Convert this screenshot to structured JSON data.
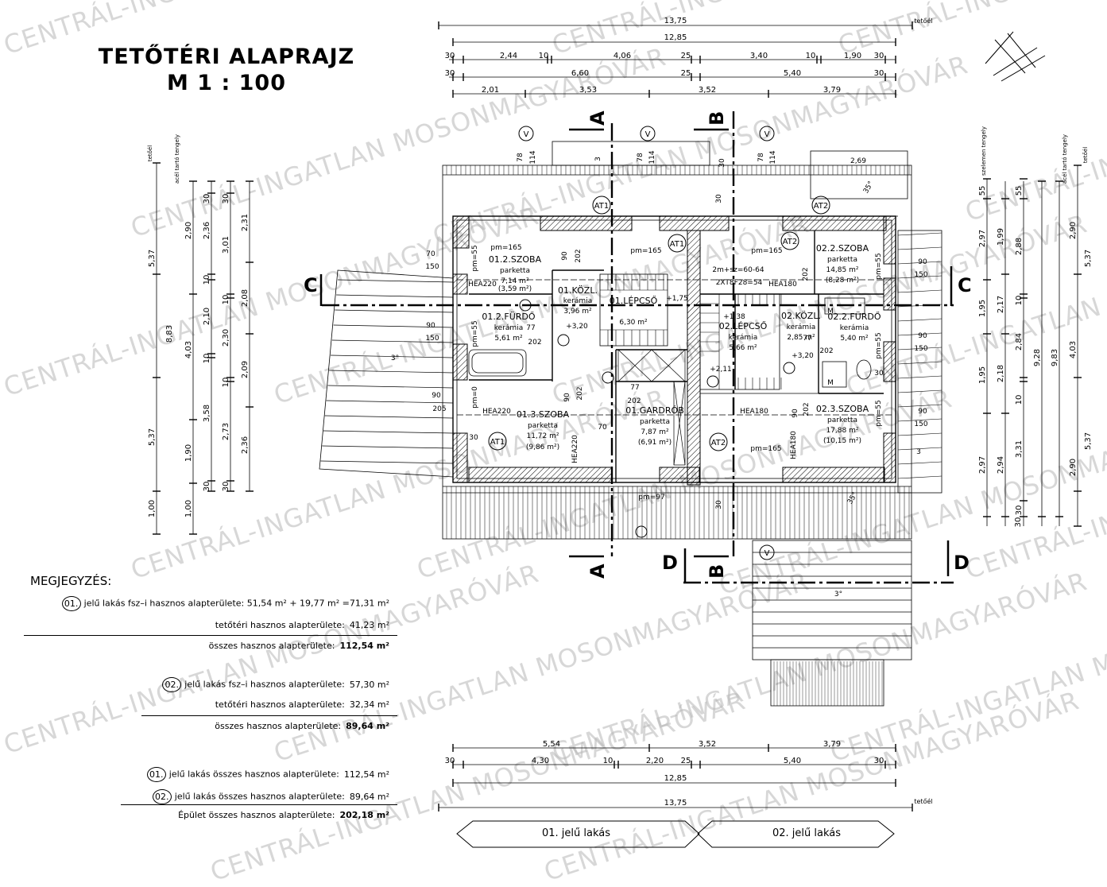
{
  "title": {
    "line1": "TETŐTÉRI ALAPRAJZ",
    "line2": "M 1 : 100"
  },
  "section_marks": [
    "A",
    "B",
    "C",
    "D"
  ],
  "top_dims": {
    "row1": "13,75",
    "row1_tag": "tetőél",
    "row2": "12,85",
    "row3": [
      "30",
      "2,44",
      "10",
      "4,06",
      "25",
      "3,40",
      "10",
      "1,90",
      "30"
    ],
    "row4": [
      "30",
      "6,60",
      "25",
      "5,40",
      "30"
    ],
    "row5": [
      "2,01",
      "3,53",
      "3,52",
      "3,79"
    ]
  },
  "bottom_dims": {
    "row1": [
      "5,54",
      "3,52",
      "3,79"
    ],
    "row2": [
      "30",
      "4,30",
      "10",
      "2,20",
      "25",
      "5,40",
      "30"
    ],
    "row3": "12,85",
    "row4": "13,75",
    "row4_tag": "tetőél"
  },
  "left_dims": {
    "tags": [
      "tetőél",
      "acél tartó tengely"
    ],
    "col1": [
      "5,37",
      "8,83",
      "5,37",
      "1,00"
    ],
    "col2": [
      "2,90",
      "4,03",
      "1,90",
      "1,00"
    ],
    "col3": [
      "30",
      "2,36",
      "10",
      "2,10",
      "10",
      "3,58",
      "30"
    ],
    "col4": [
      "30",
      "3,01",
      "10",
      "2,30",
      "10",
      "2,73",
      "30"
    ],
    "col5": [
      "2,31",
      "2,08",
      "2,09",
      "2,36"
    ]
  },
  "right_dims": {
    "tags": [
      "szelemen tengely",
      "acél tartó tengely",
      "tetőél"
    ],
    "col1": [
      "55",
      "2,97",
      "1,95",
      "1,95",
      "2,97",
      "30"
    ],
    "col2": [
      "1,99",
      "2,17",
      "2,18",
      "2,94"
    ],
    "col3": [
      "55",
      "2,88",
      "10",
      "2,84",
      "10",
      "3,31",
      "30"
    ],
    "col4": [
      "9,28"
    ],
    "col5": [
      "9,83"
    ],
    "col6": [
      "2,90",
      "5,37",
      "4,03",
      "5,37",
      "2,90"
    ]
  },
  "rooms": [
    {
      "name": "01.2.SZOBA",
      "floor": "parketta",
      "area": "7,14 m²",
      "sub": "(3,59 m²)"
    },
    {
      "name": "01.KÖZL.",
      "floor": "kerámia",
      "area": "3,96 m²"
    },
    {
      "name": "01.LÉPCSŐ",
      "floor": "",
      "area": "6,30 m²"
    },
    {
      "name": "01.2.FÜRDŐ",
      "floor": "kerámia",
      "area": "5,61 m²"
    },
    {
      "name": "01.3.SZOBA",
      "floor": "parketta",
      "area": "11,72 m²",
      "sub": "(9,86 m²)"
    },
    {
      "name": "01.GARDRÓB",
      "floor": "parketta",
      "area": "7,87 m²",
      "sub": "(6,91 m²)"
    },
    {
      "name": "02.2.SZOBA",
      "floor": "parketta",
      "area": "14,85 m²",
      "sub": "(8,28 m²)"
    },
    {
      "name": "02.LÉPCSŐ",
      "floor": "kerámia",
      "area": "5,66 m²"
    },
    {
      "name": "02.KÖZL.",
      "floor": "kerámia",
      "area": "2,85 m²"
    },
    {
      "name": "02.2.FÜRDŐ",
      "floor": "kerámia",
      "area": "5,40 m²"
    },
    {
      "name": "02.3.SZOBA",
      "floor": "parketta",
      "area": "17,88 m²",
      "sub": "(10,15 m²)"
    }
  ],
  "labels": {
    "at1": "AT1",
    "at2": "AT2",
    "v": "V",
    "m": "M",
    "hea220": "HEA220",
    "hea180": "HEA180",
    "pm165": "pm=165",
    "pm55": "pm=55",
    "pm0": "pm=0",
    "pm97": "pm=97",
    "stair_formula_1": "2m+sz=60-64",
    "stair_formula_2": "2XT8F28=54",
    "lvl_320": "+3,20",
    "lvl_175": "+1,75",
    "lvl_138": "+1,38",
    "lvl_211": "+2,11",
    "slope": "3°",
    "slope35": "35°",
    "w78": "78",
    "w114": "114",
    "w202": "202",
    "w90": "90",
    "w150": "150",
    "w70": "70",
    "w205": "205",
    "w77": "77",
    "w269": "2,69",
    "w30": "30",
    "w3": "3"
  },
  "notes": {
    "heading": "MEGJEGYZÉS:",
    "u1": "01.",
    "u2": "02.",
    "l1": "jelű lakás fsz–i hasznos alapterülete: 51,54 m² + 19,77 m² =71,31 m²",
    "l2_label": "tetőtéri hasznos alapterülete:",
    "l2_val": "41,23 m²",
    "l3_label": "összes hasznos alapterülete:",
    "l3_val": "112,54 m²",
    "l4_label": "jelű lakás fsz–i hasznos alapterülete:",
    "l4_val": "57,30 m²",
    "l5_label": "tetőtéri hasznos alapterülete:",
    "l5_val": "32,34 m²",
    "l6_label": "összes hasznos alapterülete:",
    "l6_val": "89,64 m²",
    "l7_label": "jelű lakás összes hasznos alapterülete:",
    "l7_val": "112,54 m²",
    "l8_label": "jelű lakás összes hasznos alapterülete:",
    "l8_val": "89,64 m²",
    "l9_label": "Épület összes hasznos alapterülete:",
    "l9_val": "202,18 m²"
  },
  "units": {
    "left": "01. jelű lakás",
    "right": "02. jelű lakás"
  },
  "watermark": "CENTRÁL-INGATLAN MOSONMAGYARÓVÁR"
}
